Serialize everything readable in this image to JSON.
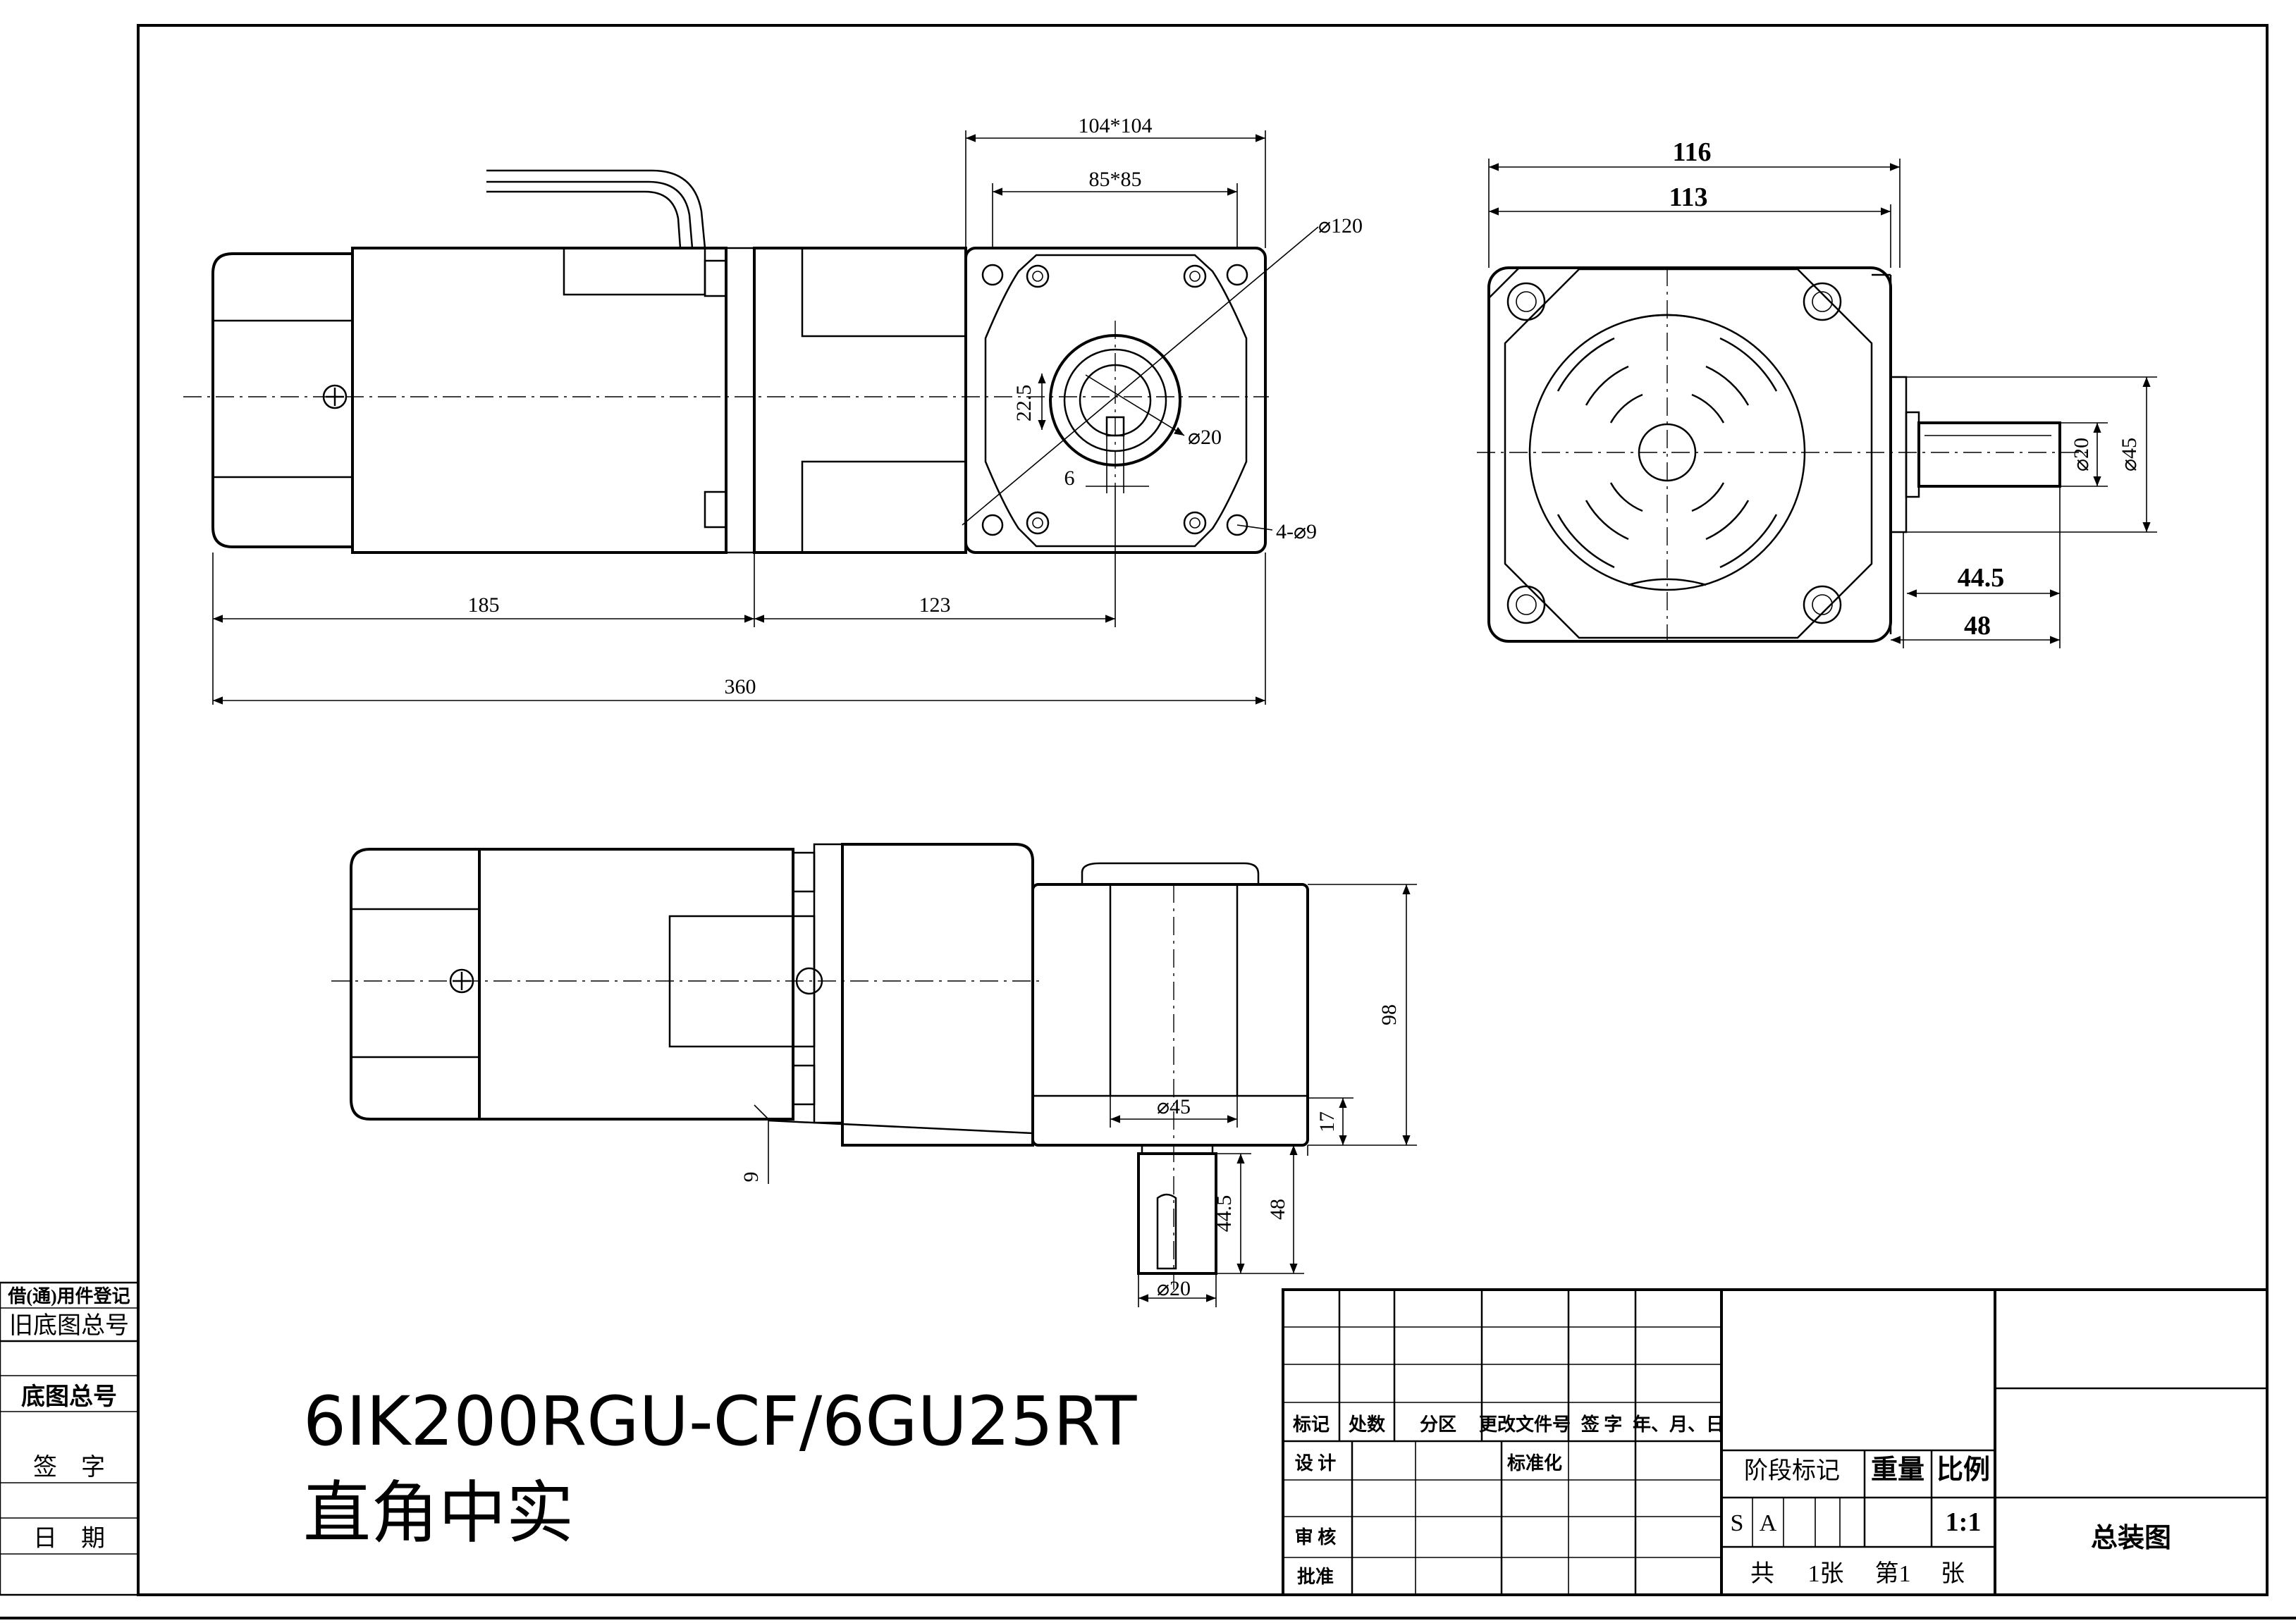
{
  "model": "6IK200RGU-CF/6GU25RT",
  "subtitle": "直角中实",
  "front_view": {
    "dim_flange": "104*104",
    "dim_bolt": "85*85",
    "dim_circle": "⌀120",
    "dim_center": "22.5",
    "dim_bore": "⌀20",
    "dim_key": "6",
    "dim_holes": "4-⌀9",
    "dim_motor": "185",
    "dim_gear": "123",
    "dim_total": "360"
  },
  "side_view": {
    "dim_outer": "116",
    "dim_inner": "113",
    "dim_shaft_d": "⌀20",
    "dim_boss_d": "⌀45",
    "dim_shaft_key": "44.5",
    "dim_shaft_len": "48"
  },
  "bottom_view": {
    "dim_height": "98",
    "dim_boss_d": "⌀45",
    "dim_boss_h": "17",
    "dim_offset": "9",
    "dim_shaft_key": "44.5",
    "dim_shaft_len": "48",
    "dim_shaft_d": "⌀20"
  },
  "left_margin": {
    "borrow_reg": "借(通)用件登记",
    "old_drawing": "旧底图总号",
    "base_drawing": "底图总号",
    "signature": "签　字",
    "date": "日　期"
  },
  "title_block": {
    "mark": "标记",
    "count": "处数",
    "zone": "分区",
    "change_doc": "更改文件号",
    "sign": "签 字",
    "ymd": "年、月、日",
    "design": "设 计",
    "standardize": "标准化",
    "review": "审 核",
    "approve": "批准",
    "stage_mark": "阶段标记",
    "weight": "重量",
    "scale": "比例",
    "stage_s": "S",
    "stage_a": "A",
    "scale_value": "1:1",
    "drawing_name": "总装图",
    "sheets_total": "共",
    "sheets_count": "1张",
    "sheet_no": "第1",
    "sheet_unit": "张"
  }
}
